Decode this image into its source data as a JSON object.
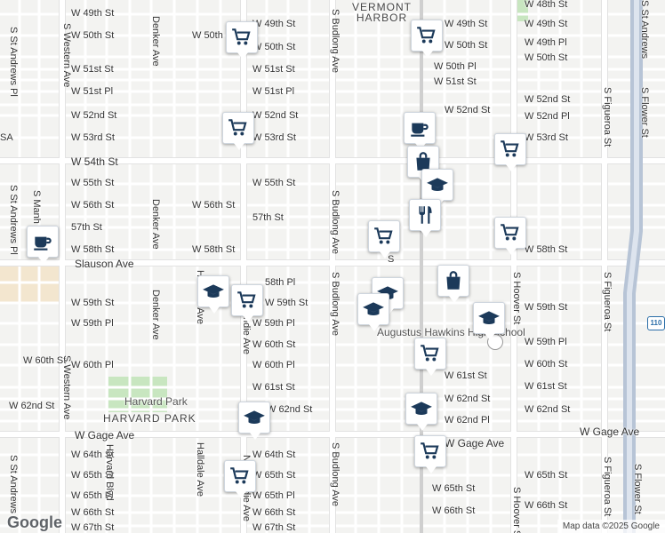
{
  "map": {
    "colors": {
      "background": "#f3f3f1",
      "road": "#ffffff",
      "major_road": "#ffffff",
      "park": "#c8e6c0",
      "commercial": "#f3e6cf",
      "freeway": "#b7c4d6",
      "pin_icon": "#1c3a5a"
    },
    "streets": {
      "w49": "W 49th St",
      "w50": "W 50th St",
      "w51": "W 51st St",
      "w51pl": "W 51st Pl",
      "w52": "W 52nd St",
      "w53": "W 53rd St",
      "w54": "W 54th St",
      "w55": "W 55th St",
      "w56": "W 56th St",
      "s57": "57th St",
      "w58": "W 58th St",
      "slauson": "Slauson Ave",
      "w58pl": "58th Pl",
      "w59": "W 59th St",
      "w59pl": "W 59th Pl",
      "w60": "W 60th St",
      "w60pl": "W 60th Pl",
      "w61": "W 61st St",
      "w62": "W 62nd St",
      "gage": "W Gage Ave",
      "w64": "W 64th St",
      "w65": "W 65th St",
      "w65pl": "W 65th Pl",
      "w66": "W 66th St",
      "w67": "W 67th St",
      "w49pl": "W 49th Pl",
      "w50pl": "W 50th Pl",
      "w52pl": "W 52nd Pl",
      "w62pl": "W 62nd Pl",
      "w48": "W 48th St",
      "w53-street": "W 53rd St",
      "w57": "57th St",
      "st_andrews_pl": "S St Andrews Pl",
      "manhattan": "S Manh",
      "western": "S Western Ave",
      "denker": "Denker Ave",
      "halldale": "Halldale Ave",
      "harvard": "Harvard Blvd",
      "normandie": "Normandie Ave",
      "budlong": "S Budlong Ave",
      "hoover": "S Hoover St",
      "figueroa": "S Figueroa St",
      "flower": "S Flower St",
      "st_andrews": "S St Andrews",
      "sa": "SA",
      "slauson_st": "S"
    },
    "areas": {
      "vermont_harbor": "VERMONT\nHARBOR",
      "harvard_park_park": "Harvard Park",
      "harvard_park_area": "HARVARD PARK",
      "school": "Augustus Hawkins High School"
    },
    "highway": "110",
    "logo": "Google",
    "attribution": "Map data ©2025 Google"
  },
  "pins": [
    {
      "type": "cart-icon"
    },
    {
      "type": "cart-icon"
    },
    {
      "type": "cart-icon"
    },
    {
      "type": "coffee-icon"
    },
    {
      "type": "cart-icon"
    },
    {
      "type": "coffee-icon"
    },
    {
      "type": "bag-icon"
    },
    {
      "type": "school-icon"
    },
    {
      "type": "restaurant-icon"
    },
    {
      "type": "cart-icon"
    },
    {
      "type": "cart-icon"
    },
    {
      "type": "bag-icon"
    },
    {
      "type": "school-icon"
    },
    {
      "type": "school-icon"
    },
    {
      "type": "school-icon"
    },
    {
      "type": "cart-icon"
    },
    {
      "type": "school-icon"
    },
    {
      "type": "cart-icon"
    },
    {
      "type": "cart-icon"
    },
    {
      "type": "school-icon"
    }
  ]
}
